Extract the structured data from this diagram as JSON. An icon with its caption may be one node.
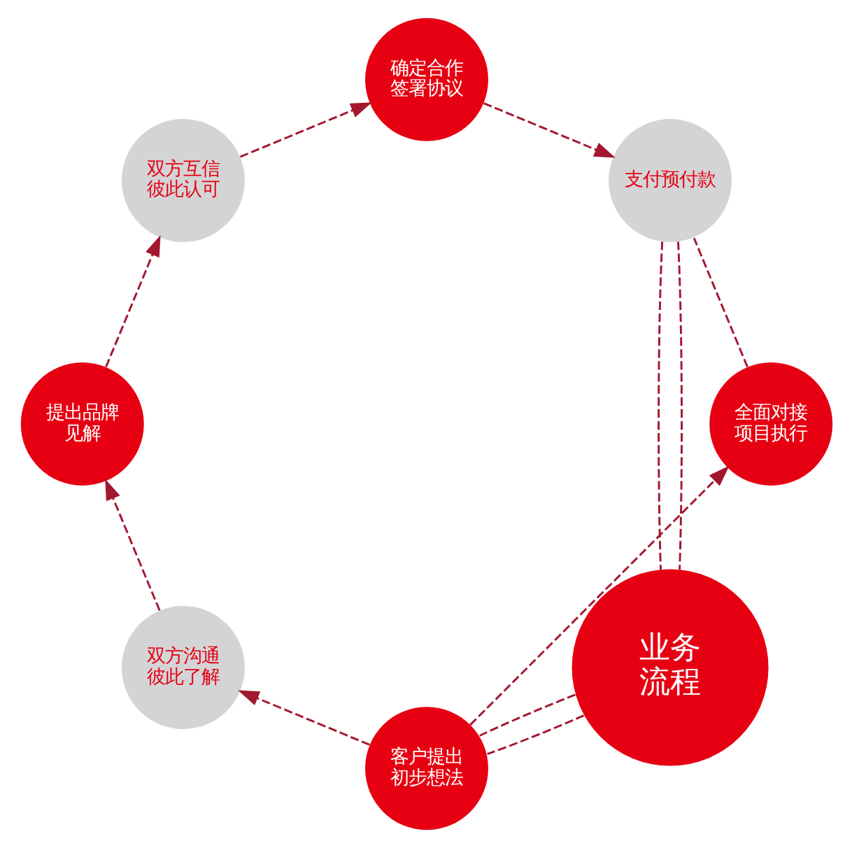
{
  "diagram": {
    "nodes": [
      {
        "text": [
          "业务流程"
        ]
      },
      {
        "text": [
          "客户提出初步想法"
        ]
      },
      {
        "text": [
          "双方沟通彼此了解"
        ]
      },
      {
        "text": [
          "提出品牌见解"
        ]
      },
      {
        "text": [
          "双方互信彼此认可"
        ]
      },
      {
        "text": [
          "确定合作签署协议"
        ]
      },
      {
        "text": [
          "支付预付款"
        ]
      },
      {
        "text": [
          "全面对接项目执行"
        ]
      }
    ],
    "edges": [
      {
        "from": 0,
        "to": 1,
        "arrow": "none",
        "style": "dashed"
      },
      {
        "from": 0,
        "to": 1,
        "arrow": "none",
        "style": "dashed"
      },
      {
        "from": 1,
        "to": 2,
        "arrow": "to",
        "style": "dashed"
      },
      {
        "from": 1,
        "to": 7,
        "arrow": "to",
        "style": "dashed"
      },
      {
        "from": 2,
        "to": 3,
        "arrow": "to",
        "style": "dashed"
      },
      {
        "from": 3,
        "to": 4,
        "arrow": "to",
        "style": "dashed"
      },
      {
        "from": 4,
        "to": 5,
        "arrow": "to",
        "style": "dashed"
      },
      {
        "from": 5,
        "to": 6,
        "arrow": "to",
        "style": "dashed"
      },
      {
        "from": 7,
        "to": 6,
        "arrow": "none",
        "style": "dashed"
      },
      {
        "from": 6,
        "to": 0,
        "arrow": "none",
        "style": "dashed"
      },
      {
        "from": 6,
        "to": 0,
        "arrow": "none",
        "style": "dashed"
      }
    ]
  }
}
